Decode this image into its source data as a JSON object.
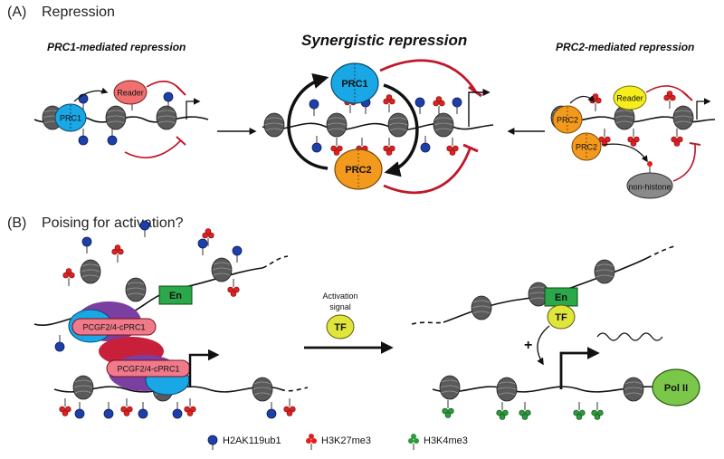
{
  "panel_a": {
    "label": "(A)",
    "title": "Repression",
    "left_title": "PRC1-mediated repression",
    "center_title": "Synergistic repression",
    "right_title": "PRC2-mediated repression",
    "left_prc1": "PRC1",
    "left_reader": "Reader",
    "center_prc1": "PRC1",
    "center_prc2": "PRC2",
    "right_prc2_top": "PRC2",
    "right_prc2_bottom": "PRC2",
    "right_reader": "Reader",
    "right_nonhistone": "non-histone"
  },
  "panel_b": {
    "label": "(B)",
    "title": "Poising for activation?",
    "en_left": "En",
    "en_right": "En",
    "cprc1_top": "PCGF2/4-cPRC1",
    "cprc1_bottom": "PCGF2/4-cPRC1",
    "activation_signal_line1": "Activation",
    "activation_signal_line2": "signal",
    "tf_signal": "TF",
    "tf_bound": "TF",
    "plus": "+",
    "pol2": "Pol II"
  },
  "legend": {
    "items": [
      {
        "label": "H2AK119ub1",
        "color": "#1f3fa8"
      },
      {
        "label": "H3K27me3",
        "color": "#e02020"
      },
      {
        "label": "H3K4me3",
        "color": "#2a9a3a"
      }
    ]
  },
  "colors": {
    "prc1": "#1aa7e6",
    "prc2": "#f39a1e",
    "reader_pink": "#f07070",
    "reader_yellow": "#f5ee1a",
    "nonhistone": "#8a8a8a",
    "repression_red": "#c0182a",
    "enhancer": "#2aa84a",
    "tf": "#dfe53a",
    "pol2": "#7ac74a",
    "cprc1_purple": "#7a3fa0",
    "cprc1_red": "#c8203a",
    "cprc1_pink": "#f07a8a"
  }
}
